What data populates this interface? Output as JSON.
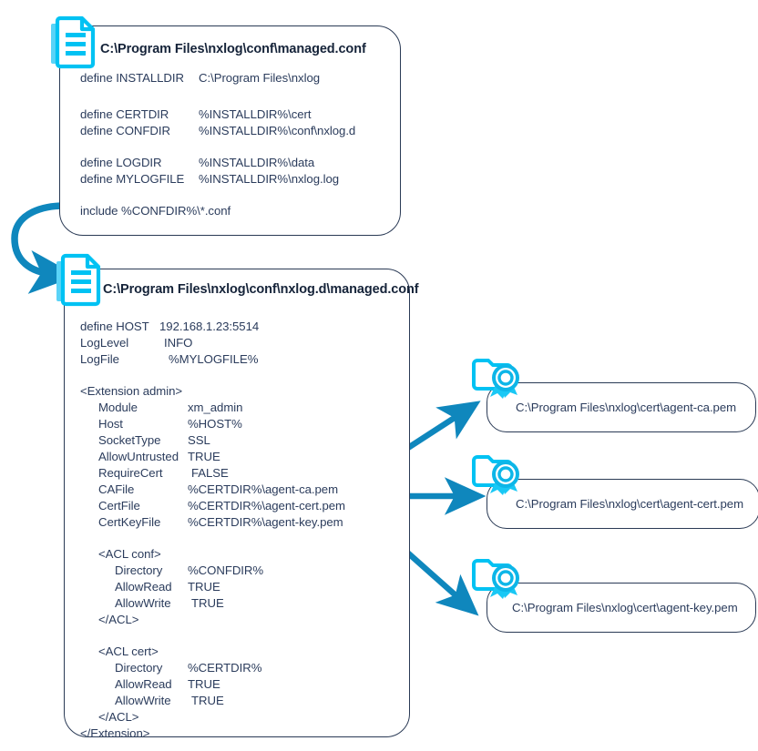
{
  "colors": {
    "icon_cyan": "#00c2f3",
    "icon_cyan_dark": "#0aa8d8",
    "arrow_blue": "#0f87bd",
    "arrow_blue_dark": "#0d7aad",
    "border_navy": "#2a3a55",
    "text_navy": "#2b3c5c",
    "title_navy": "#152339",
    "background": "#ffffff"
  },
  "blocks": [
    {
      "id": "managed-conf",
      "icon": "document-icon",
      "title": "C:\\Program Files\\nxlog\\conf\\managed.conf",
      "lines": [
        {
          "key": "define INSTALLDIR",
          "value": "C:\\Program Files\\nxlog"
        },
        {
          "key": "",
          "value": ""
        },
        {
          "key": "define CERTDIR",
          "value": "%INSTALLDIR%\\cert"
        },
        {
          "key": "define CONFDIR",
          "value": "%INSTALLDIR%\\conf\\nxlog.d"
        },
        {
          "key": "",
          "value": ""
        },
        {
          "key": "define LOGDIR",
          "value": "%INSTALLDIR%\\data"
        },
        {
          "key": "define MYLOGFILE",
          "value": "%INSTALLDIR%\\nxlog.log"
        },
        {
          "key": "",
          "value": ""
        },
        {
          "key": "include %CONFDIR%\\*.conf",
          "value": ""
        }
      ]
    },
    {
      "id": "nxlog-d-managed-conf",
      "icon": "document-icon",
      "title": "C:\\Program Files\\nxlog\\conf\\nxlog.d\\managed.conf",
      "lines": [
        {
          "key": "define HOST",
          "value": "192.168.1.23:5514",
          "indent": 0
        },
        {
          "key": "LogLevel",
          "value": "INFO",
          "indent": 0
        },
        {
          "key": "LogFile",
          "value": "%MYLOGFILE%",
          "indent": 0
        },
        {
          "key": "",
          "value": "",
          "indent": 0
        },
        {
          "key": "<Extension admin>",
          "value": "",
          "indent": 0
        },
        {
          "key": "Module",
          "value": "xm_admin",
          "indent": 1
        },
        {
          "key": "Host",
          "value": "%HOST%",
          "indent": 1
        },
        {
          "key": "SocketType",
          "value": "SSL",
          "indent": 1
        },
        {
          "key": "AllowUntrusted",
          "value": "TRUE",
          "indent": 1
        },
        {
          "key": "RequireCert",
          "value": "FALSE",
          "indent": 1
        },
        {
          "key": "CAFile",
          "value": "%CERTDIR%\\agent-ca.pem",
          "indent": 1
        },
        {
          "key": "CertFile",
          "value": "%CERTDIR%\\agent-cert.pem",
          "indent": 1
        },
        {
          "key": "CertKeyFile",
          "value": "%CERTDIR%\\agent-key.pem",
          "indent": 1
        },
        {
          "key": "",
          "value": "",
          "indent": 1
        },
        {
          "key": "<ACL conf>",
          "value": "",
          "indent": 1
        },
        {
          "key": "Directory",
          "value": "%CONFDIR%",
          "indent": 2
        },
        {
          "key": "AllowRead",
          "value": "TRUE",
          "indent": 2
        },
        {
          "key": "AllowWrite",
          "value": "TRUE",
          "indent": 2
        },
        {
          "key": "</ACL>",
          "value": "",
          "indent": 1
        },
        {
          "key": "",
          "value": "",
          "indent": 1
        },
        {
          "key": "<ACL cert>",
          "value": "",
          "indent": 1
        },
        {
          "key": "Directory",
          "value": "%CERTDIR%",
          "indent": 2
        },
        {
          "key": "AllowRead",
          "value": "TRUE",
          "indent": 2
        },
        {
          "key": "AllowWrite",
          "value": "TRUE",
          "indent": 2
        },
        {
          "key": "</ACL>",
          "value": "",
          "indent": 1
        },
        {
          "key": "</Extension>",
          "value": "",
          "indent": 0
        }
      ]
    }
  ],
  "certificates": [
    {
      "id": "agent-ca",
      "icon": "certificate-icon",
      "label": "C:\\Program Files\\nxlog\\cert\\agent-ca.pem"
    },
    {
      "id": "agent-cert",
      "icon": "certificate-icon",
      "label": "C:\\Program Files\\nxlog\\cert\\agent-cert.pem"
    },
    {
      "id": "agent-key",
      "icon": "certificate-icon",
      "label": "C:\\Program Files\\nxlog\\cert\\agent-key.pem"
    }
  ],
  "connectors": [
    {
      "id": "include-to-nxlog-d",
      "from": "include %CONFDIR%\\*.conf",
      "to": "nxlog.d\\managed.conf",
      "style": "curved-arrow"
    },
    {
      "id": "cafile-to-agent-ca",
      "from": "CAFile",
      "to": "agent-ca.pem",
      "style": "straight-arrow-up"
    },
    {
      "id": "certfile-to-agent-cert",
      "from": "CertFile",
      "to": "agent-cert.pem",
      "style": "straight-arrow"
    },
    {
      "id": "certkeyfile-to-agent-key",
      "from": "CertKeyFile",
      "to": "agent-key.pem",
      "style": "straight-arrow-down"
    }
  ]
}
